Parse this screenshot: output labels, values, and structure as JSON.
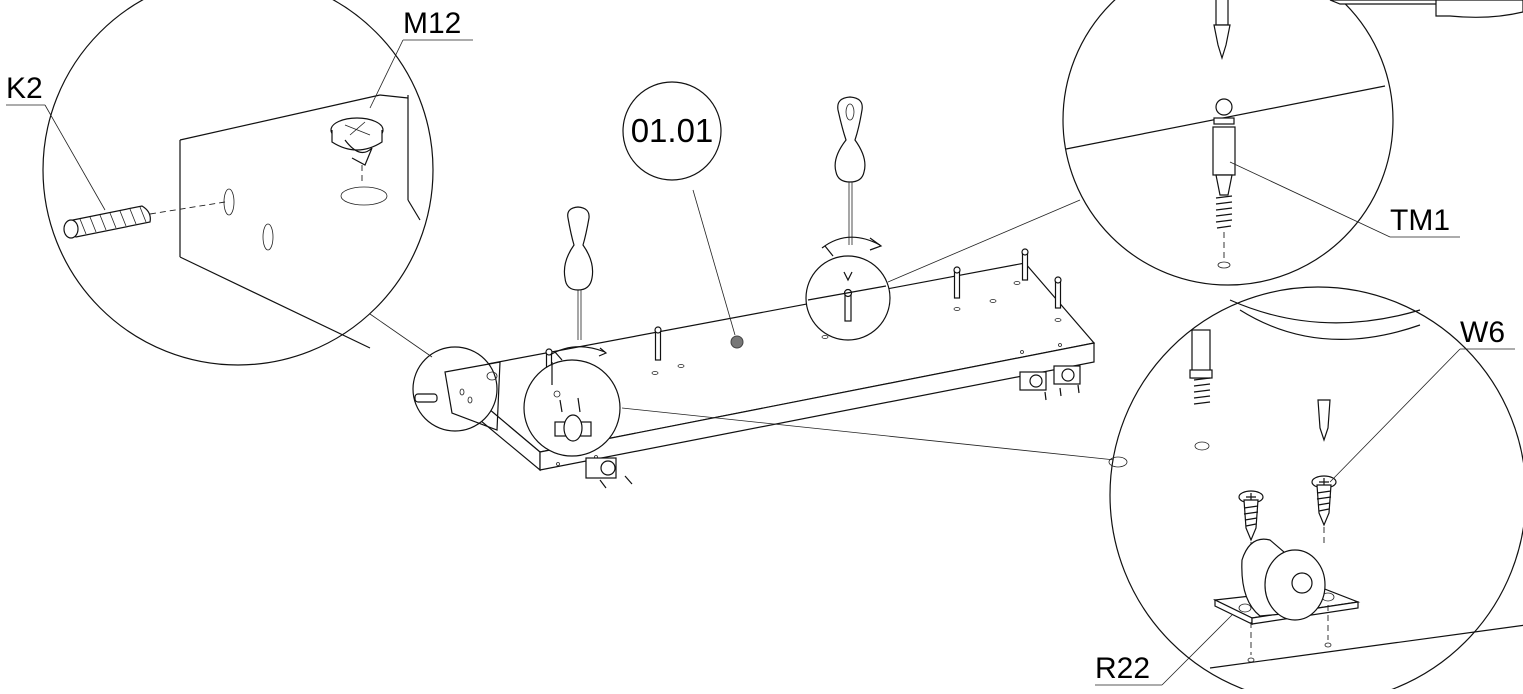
{
  "diagram": {
    "step_number": "01.01",
    "part_labels": [
      {
        "id": "k2",
        "text": "K2"
      },
      {
        "id": "m12",
        "text": "M12"
      },
      {
        "id": "tm1",
        "text": "TM1"
      },
      {
        "id": "w6",
        "text": "W6"
      },
      {
        "id": "r22",
        "text": "R22"
      }
    ]
  }
}
